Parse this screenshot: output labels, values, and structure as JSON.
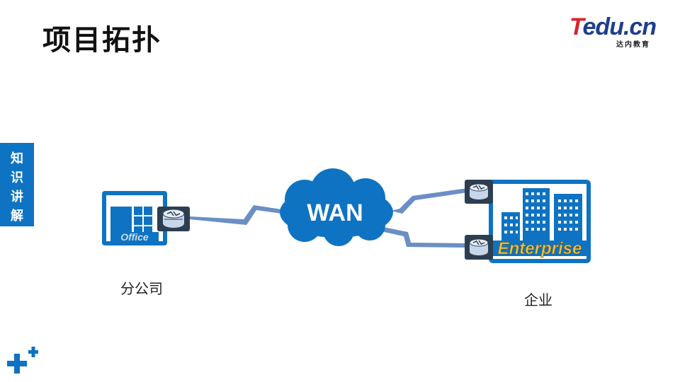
{
  "slide": {
    "title": "项目拓扑",
    "side_tab": [
      "知",
      "识",
      "讲",
      "解"
    ]
  },
  "logo": {
    "brand_first": "T",
    "brand_rest": "edu.cn",
    "tagline": "达内教育"
  },
  "diagram": {
    "wan_label": "WAN",
    "office_badge": "Office",
    "enterprise_badge": "Enterprise",
    "branch_label": "分公司",
    "hq_label": "企业"
  },
  "colors": {
    "accent_blue": "#0e73c2",
    "logo_red": "#d7242e",
    "logo_navy": "#1e3e8f",
    "link_blue": "#6b8fc4",
    "router_dark": "#2d3e50",
    "badge_gold": "#e8c24a"
  },
  "icons": [
    "office-building-icon",
    "router-icon",
    "wan-cloud-icon",
    "enterprise-building-icon",
    "plus-decoration-icon"
  ]
}
